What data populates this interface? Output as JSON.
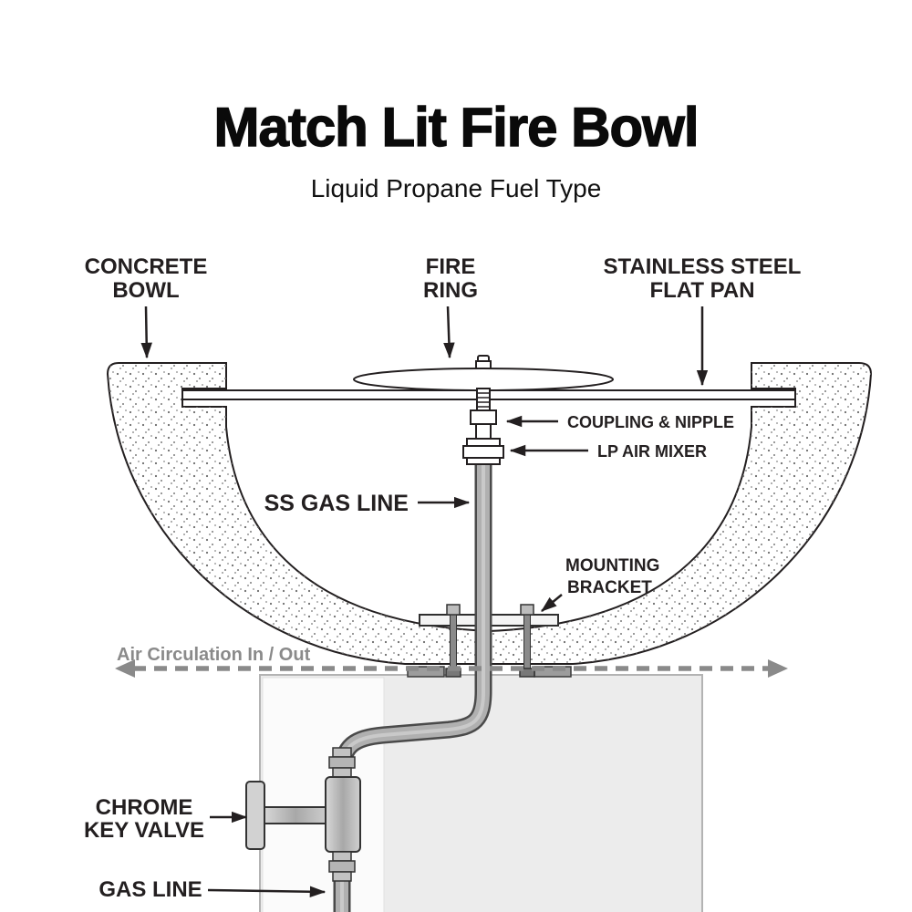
{
  "header": {
    "title": "Match Lit Fire Bowl",
    "subtitle": "Liquid Propane Fuel Type"
  },
  "diagram": {
    "labels": {
      "concrete_bowl": {
        "line1": "CONCRETE",
        "line2": "BOWL"
      },
      "fire_ring": {
        "line1": "FIRE",
        "line2": "RING"
      },
      "flat_pan": {
        "line1": "STAINLESS STEEL",
        "line2": "FLAT PAN"
      },
      "coupling_nipple": "COUPLING & NIPPLE",
      "lp_air_mixer": "LP AIR MIXER",
      "ss_gas_line": "SS GAS LINE",
      "mounting_bracket": {
        "line1": "MOUNTING",
        "line2": "BRACKET"
      },
      "air_circulation": "Air Circulation In / Out",
      "chrome_key_valve": {
        "line1": "CHROME",
        "line2": "KEY VALVE"
      },
      "gas_line": "GAS LINE"
    },
    "colors": {
      "label_text": "#231f20",
      "muted_label": "#8a8a8a",
      "pipe_gray": "#b0b0b0",
      "pipe_outline": "#4a4a4a",
      "pedestal_gray": "#ececec",
      "dashed_line": "#8a8a8a"
    }
  }
}
